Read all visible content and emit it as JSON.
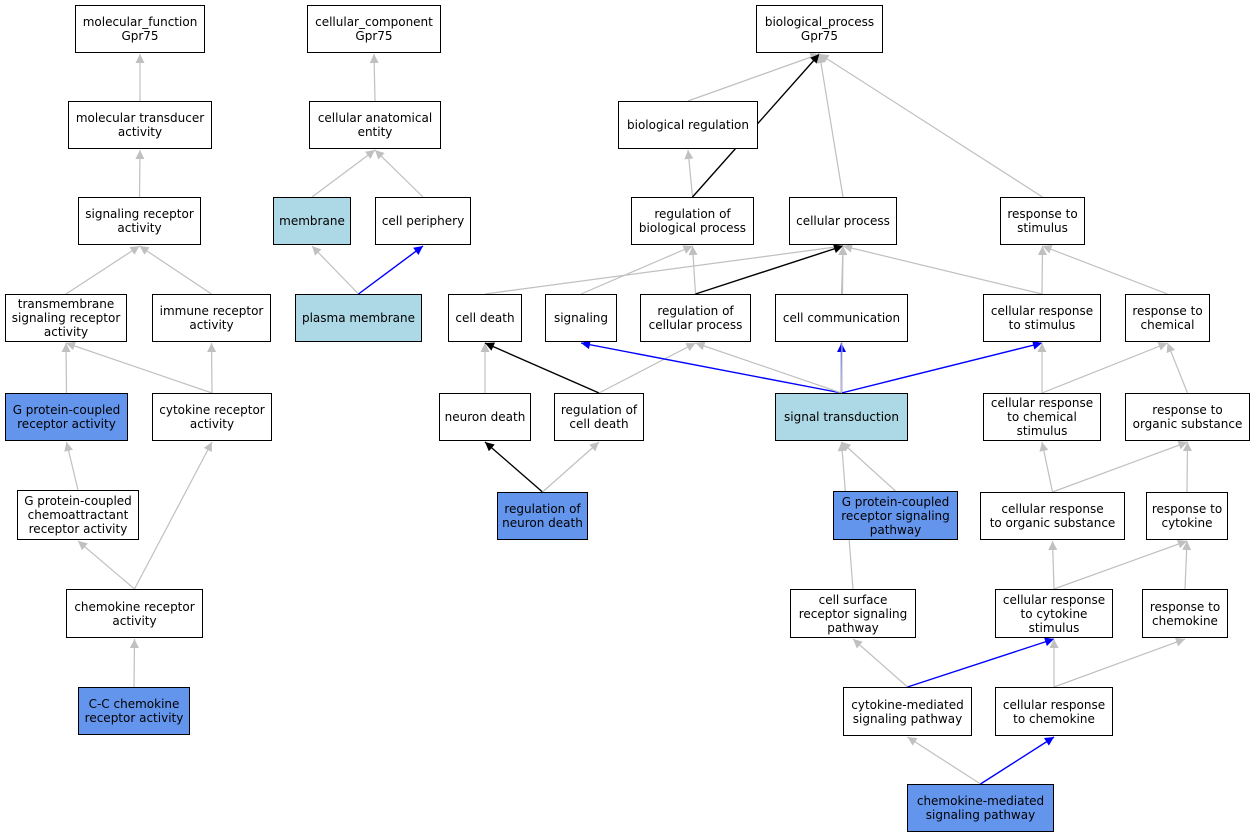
{
  "colors": {
    "default_fill": "#ffffff",
    "light_blue": "#add8e6",
    "cornflower": "#6495ed",
    "edge_gray": "#c0c0c0",
    "edge_black": "#000000",
    "edge_blue": "#0000ff"
  },
  "nodes": [
    {
      "id": "mf",
      "label": "molecular_function\nGpr75",
      "fill": "#ffffff"
    },
    {
      "id": "cc",
      "label": "cellular_component\nGpr75",
      "fill": "#ffffff"
    },
    {
      "id": "bp",
      "label": "biological_process\nGpr75",
      "fill": "#ffffff"
    },
    {
      "id": "mta",
      "label": "molecular transducer\nactivity",
      "fill": "#ffffff"
    },
    {
      "id": "cae",
      "label": "cellular anatomical\nentity",
      "fill": "#ffffff"
    },
    {
      "id": "breg",
      "label": "biological regulation",
      "fill": "#ffffff"
    },
    {
      "id": "sra",
      "label": "signaling receptor\nactivity",
      "fill": "#ffffff"
    },
    {
      "id": "mem",
      "label": "membrane",
      "fill": "#add8e6"
    },
    {
      "id": "cper",
      "label": "cell periphery",
      "fill": "#ffffff"
    },
    {
      "id": "rbp",
      "label": "regulation of\nbiological process",
      "fill": "#ffffff"
    },
    {
      "id": "cp",
      "label": "cellular process",
      "fill": "#ffffff"
    },
    {
      "id": "rts",
      "label": "response to\nstimulus",
      "fill": "#ffffff"
    },
    {
      "id": "tsra",
      "label": "transmembrane\nsignaling receptor\nactivity",
      "fill": "#ffffff"
    },
    {
      "id": "ira",
      "label": "immune receptor\nactivity",
      "fill": "#ffffff"
    },
    {
      "id": "pm",
      "label": "plasma membrane",
      "fill": "#add8e6"
    },
    {
      "id": "cd",
      "label": "cell death",
      "fill": "#ffffff"
    },
    {
      "id": "sig",
      "label": "signaling",
      "fill": "#ffffff"
    },
    {
      "id": "rcp",
      "label": "regulation of\ncellular process",
      "fill": "#ffffff"
    },
    {
      "id": "ccom",
      "label": "cell communication",
      "fill": "#ffffff"
    },
    {
      "id": "crs",
      "label": "cellular response\nto stimulus",
      "fill": "#ffffff"
    },
    {
      "id": "rtc",
      "label": "response to\nchemical",
      "fill": "#ffffff"
    },
    {
      "id": "gpcra",
      "label": "G protein-coupled\nreceptor activity",
      "fill": "#6495ed"
    },
    {
      "id": "cra",
      "label": "cytokine receptor\nactivity",
      "fill": "#ffffff"
    },
    {
      "id": "nd",
      "label": "neuron death",
      "fill": "#ffffff"
    },
    {
      "id": "rcd",
      "label": "regulation of\ncell death",
      "fill": "#ffffff"
    },
    {
      "id": "st",
      "label": "signal transduction",
      "fill": "#add8e6"
    },
    {
      "id": "crcs",
      "label": "cellular response\nto chemical\nstimulus",
      "fill": "#ffffff"
    },
    {
      "id": "rtos",
      "label": "response to\norganic substance",
      "fill": "#ffffff"
    },
    {
      "id": "gpccra",
      "label": "G protein-coupled\nchemoattractant\nreceptor activity",
      "fill": "#ffffff"
    },
    {
      "id": "rnd",
      "label": "regulation of\nneuron death",
      "fill": "#6495ed"
    },
    {
      "id": "gpcrsp",
      "label": "G protein-coupled\nreceptor signaling\npathway",
      "fill": "#6495ed"
    },
    {
      "id": "crtos",
      "label": "cellular response\nto organic substance",
      "fill": "#ffffff"
    },
    {
      "id": "rtcy",
      "label": "response to\ncytokine",
      "fill": "#ffffff"
    },
    {
      "id": "chra",
      "label": "chemokine receptor\nactivity",
      "fill": "#ffffff"
    },
    {
      "id": "csrsp",
      "label": "cell surface\nreceptor signaling\npathway",
      "fill": "#ffffff"
    },
    {
      "id": "crcys",
      "label": "cellular response\nto cytokine\nstimulus",
      "fill": "#ffffff"
    },
    {
      "id": "rtch",
      "label": "response to\nchemokine",
      "fill": "#ffffff"
    },
    {
      "id": "ccra",
      "label": "C-C chemokine\nreceptor activity",
      "fill": "#6495ed"
    },
    {
      "id": "cmsp",
      "label": "cytokine-mediated\nsignaling pathway",
      "fill": "#ffffff"
    },
    {
      "id": "crtch",
      "label": "cellular response\nto chemokine",
      "fill": "#ffffff"
    },
    {
      "id": "chmsp",
      "label": "chemokine-mediated\nsignaling pathway",
      "fill": "#6495ed"
    }
  ],
  "edges": [
    {
      "from": "mta",
      "to": "mf",
      "color": "gray"
    },
    {
      "from": "sra",
      "to": "mta",
      "color": "gray"
    },
    {
      "from": "tsra",
      "to": "sra",
      "color": "gray"
    },
    {
      "from": "ira",
      "to": "sra",
      "color": "gray"
    },
    {
      "from": "gpcra",
      "to": "tsra",
      "color": "gray"
    },
    {
      "from": "cra",
      "to": "tsra",
      "color": "gray"
    },
    {
      "from": "cra",
      "to": "ira",
      "color": "gray"
    },
    {
      "from": "gpccra",
      "to": "gpcra",
      "color": "gray"
    },
    {
      "from": "chra",
      "to": "gpccra",
      "color": "gray"
    },
    {
      "from": "chra",
      "to": "cra",
      "color": "gray"
    },
    {
      "from": "ccra",
      "to": "chra",
      "color": "gray"
    },
    {
      "from": "cae",
      "to": "cc",
      "color": "gray"
    },
    {
      "from": "mem",
      "to": "cae",
      "color": "gray"
    },
    {
      "from": "cper",
      "to": "cae",
      "color": "gray"
    },
    {
      "from": "pm",
      "to": "mem",
      "color": "gray"
    },
    {
      "from": "pm",
      "to": "cper",
      "color": "blue"
    },
    {
      "from": "breg",
      "to": "bp",
      "color": "gray"
    },
    {
      "from": "rbp",
      "to": "breg",
      "color": "gray"
    },
    {
      "from": "rbp",
      "to": "bp",
      "color": "black"
    },
    {
      "from": "cp",
      "to": "bp",
      "color": "gray"
    },
    {
      "from": "rts",
      "to": "bp",
      "color": "gray"
    },
    {
      "from": "cd",
      "to": "cp",
      "color": "gray"
    },
    {
      "from": "sig",
      "to": "rbp",
      "color": "gray"
    },
    {
      "from": "rcp",
      "to": "rbp",
      "color": "gray"
    },
    {
      "from": "rcp",
      "to": "cp",
      "color": "black"
    },
    {
      "from": "ccom",
      "to": "cp",
      "color": "gray"
    },
    {
      "from": "crs",
      "to": "cp",
      "color": "gray"
    },
    {
      "from": "crs",
      "to": "rts",
      "color": "gray"
    },
    {
      "from": "rtc",
      "to": "rts",
      "color": "gray"
    },
    {
      "from": "nd",
      "to": "cd",
      "color": "gray"
    },
    {
      "from": "rcd",
      "to": "cd",
      "color": "black"
    },
    {
      "from": "rcd",
      "to": "rcp",
      "color": "gray"
    },
    {
      "from": "rnd",
      "to": "nd",
      "color": "black"
    },
    {
      "from": "rnd",
      "to": "rcd",
      "color": "gray"
    },
    {
      "from": "st",
      "to": "sig",
      "color": "blue"
    },
    {
      "from": "st",
      "to": "rcp",
      "color": "gray"
    },
    {
      "from": "st",
      "to": "ccom",
      "color": "blue"
    },
    {
      "from": "st",
      "to": "crs",
      "color": "blue"
    },
    {
      "from": "st",
      "to": "cp",
      "color": "gray"
    },
    {
      "from": "crcs",
      "to": "crs",
      "color": "gray"
    },
    {
      "from": "crcs",
      "to": "rtc",
      "color": "gray"
    },
    {
      "from": "rtos",
      "to": "rtc",
      "color": "gray"
    },
    {
      "from": "gpcrsp",
      "to": "st",
      "color": "gray"
    },
    {
      "from": "csrsp",
      "to": "st",
      "color": "gray"
    },
    {
      "from": "crtos",
      "to": "crcs",
      "color": "gray"
    },
    {
      "from": "crtos",
      "to": "rtos",
      "color": "gray"
    },
    {
      "from": "rtcy",
      "to": "rtos",
      "color": "gray"
    },
    {
      "from": "crcys",
      "to": "crtos",
      "color": "gray"
    },
    {
      "from": "crcys",
      "to": "rtcy",
      "color": "gray"
    },
    {
      "from": "rtch",
      "to": "rtcy",
      "color": "gray"
    },
    {
      "from": "cmsp",
      "to": "csrsp",
      "color": "gray"
    },
    {
      "from": "cmsp",
      "to": "crcys",
      "color": "blue"
    },
    {
      "from": "crtch",
      "to": "crcys",
      "color": "gray"
    },
    {
      "from": "crtch",
      "to": "rtch",
      "color": "gray"
    },
    {
      "from": "chmsp",
      "to": "cmsp",
      "color": "gray"
    },
    {
      "from": "chmsp",
      "to": "crtch",
      "color": "blue"
    }
  ]
}
